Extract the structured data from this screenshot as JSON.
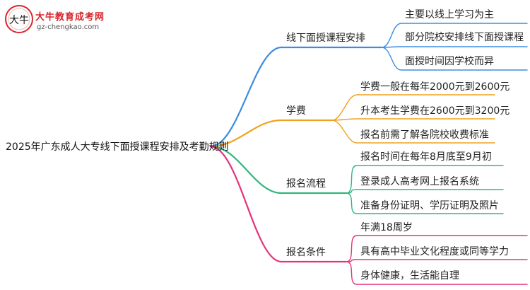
{
  "logo": {
    "mark": "大牛",
    "title": "大牛教育成考网",
    "url": "gz-chengkao.com"
  },
  "root": {
    "label": "2025年广东成人大专线下面授课程安排及考勤规则"
  },
  "branches": [
    {
      "label": "线下面授课程安排",
      "color": "#3b8de0",
      "children": [
        "主要以线上学习为主",
        "部分院校安排线下面授课程",
        "面授时间因学校而异"
      ]
    },
    {
      "label": "学费",
      "color": "#f0a21e",
      "children": [
        "学费一般在每年2000元到2600元",
        "升本考生学费在2600元到3200元",
        "报名前需了解各院校收费标准"
      ]
    },
    {
      "label": "报名流程",
      "color": "#33b57e",
      "children": [
        "报名时间在每年8月底至9月初",
        "登录成人高考网上报名系统",
        "准备身份证明、学历证明及照片"
      ]
    },
    {
      "label": "报名条件",
      "color": "#e6337a",
      "children": [
        "年满18周岁",
        "具有高中毕业文化程度或同等学力",
        "身体健康，生活能自理"
      ]
    }
  ]
}
